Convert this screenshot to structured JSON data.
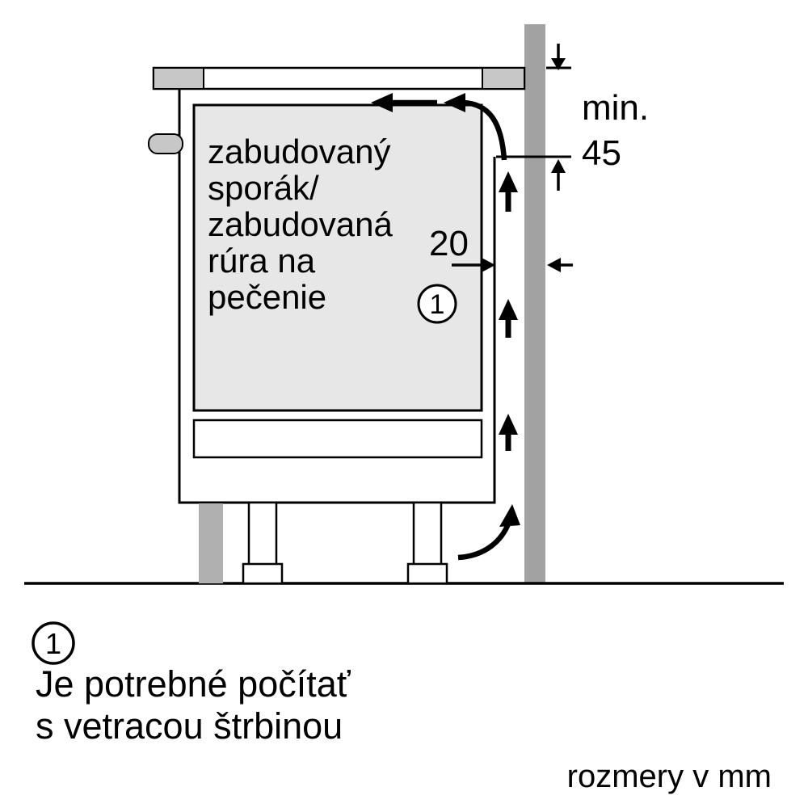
{
  "diagram": {
    "oven_label_lines": [
      "zabudovaný",
      "sporák/",
      "zabudovaná",
      "rúra na",
      "pečenie"
    ],
    "dimensions": {
      "min_label": "min.",
      "min_value": "45",
      "gap_value": "20"
    },
    "callout": "1"
  },
  "legend": {
    "marker": "1",
    "text_line1": "Je potrebné počítať",
    "text_line2": "s vetracou štrbinou"
  },
  "footer": {
    "units_note": "rozmery v mm"
  },
  "colors": {
    "wall": "#a2a2a2",
    "oven_fill": "#e7e7e7",
    "counter_block": "#c7c7c7",
    "handle": "#c7c7c7",
    "support": "#b0b0b0"
  }
}
